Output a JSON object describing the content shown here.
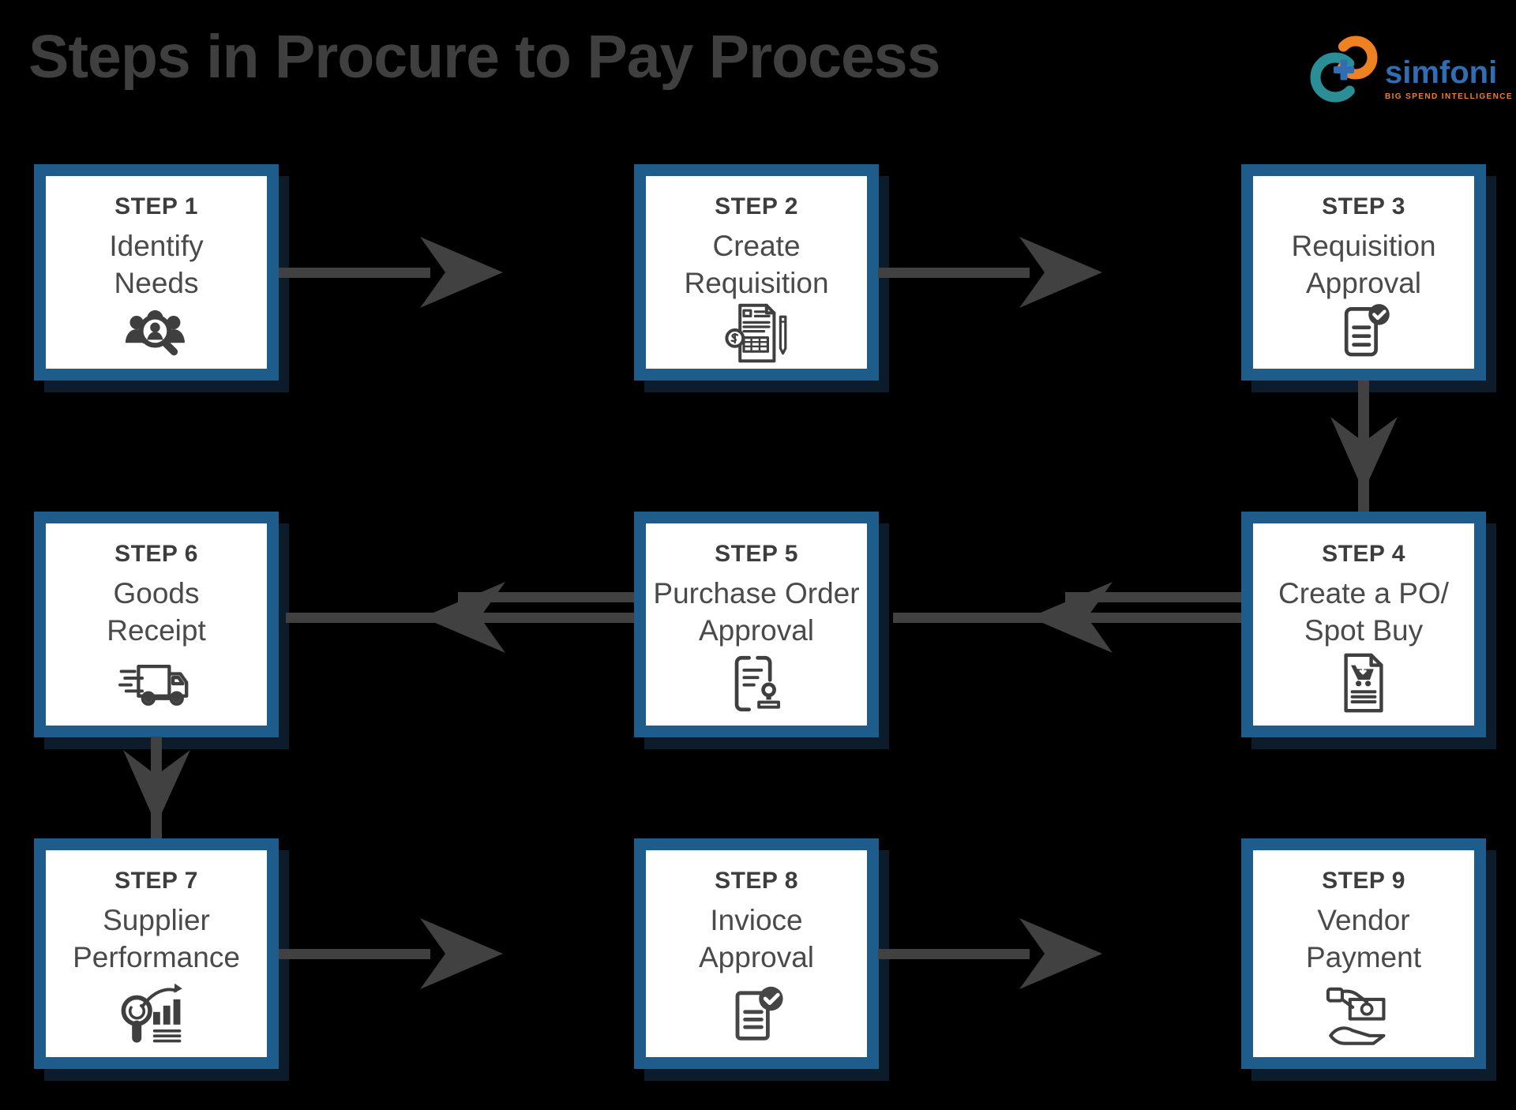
{
  "title": "Steps in Procure to Pay Process",
  "logo": {
    "text": "simfoni",
    "tagline": "BIG SPEND INTELLIGENCE"
  },
  "colors": {
    "background": "#000000",
    "title_text": "#3f3f3f",
    "box_border": "#1e5c8b",
    "box_background": "#ffffff",
    "step_label": "#3d3d3d",
    "step_title": "#4a4a4a",
    "arrow": "#414141",
    "logo_blue": "#2f6eb3",
    "logo_teal": "#2a8e96",
    "logo_orange": "#f08123"
  },
  "steps": [
    {
      "id": 1,
      "label": "STEP 1",
      "title_lines": [
        "Identify",
        "Needs"
      ],
      "icon": "people-search-icon"
    },
    {
      "id": 2,
      "label": "STEP 2",
      "title_lines": [
        "Create",
        "Requisition"
      ],
      "icon": "requisition-document-icon"
    },
    {
      "id": 3,
      "label": "STEP 3",
      "title_lines": [
        "Requisition",
        "Approval"
      ],
      "icon": "approved-document-icon"
    },
    {
      "id": 4,
      "label": "STEP 4",
      "title_lines": [
        "Create a PO/",
        "Spot Buy"
      ],
      "icon": "purchase-order-cart-icon"
    },
    {
      "id": 5,
      "label": "STEP 5",
      "title_lines": [
        "Purchase Order",
        "Approval"
      ],
      "icon": "stamp-document-icon"
    },
    {
      "id": 6,
      "label": "STEP 6",
      "title_lines": [
        "Goods",
        "Receipt"
      ],
      "icon": "delivery-truck-icon"
    },
    {
      "id": 7,
      "label": "STEP 7",
      "title_lines": [
        "Supplier",
        "Performance"
      ],
      "icon": "performance-analysis-icon"
    },
    {
      "id": 8,
      "label": "STEP 8",
      "title_lines": [
        "Invioce",
        "Approval"
      ],
      "icon": "approved-invoice-icon"
    },
    {
      "id": 9,
      "label": "STEP 9",
      "title_lines": [
        "Vendor",
        "Payment"
      ],
      "icon": "vendor-payment-icon"
    }
  ],
  "flow": {
    "arrows": [
      {
        "from": "step-1",
        "to": "step-2",
        "direction": "right"
      },
      {
        "from": "step-2",
        "to": "step-3",
        "direction": "right"
      },
      {
        "from": "step-3",
        "to": "step-4",
        "direction": "down"
      },
      {
        "from": "step-4",
        "to": "step-5",
        "direction": "left"
      },
      {
        "from": "step-5",
        "to": "step-6",
        "direction": "left"
      },
      {
        "from": "step-6",
        "to": "step-7",
        "direction": "down"
      },
      {
        "from": "step-7",
        "to": "step-8",
        "direction": "right"
      },
      {
        "from": "step-8",
        "to": "step-9",
        "direction": "right"
      }
    ]
  }
}
